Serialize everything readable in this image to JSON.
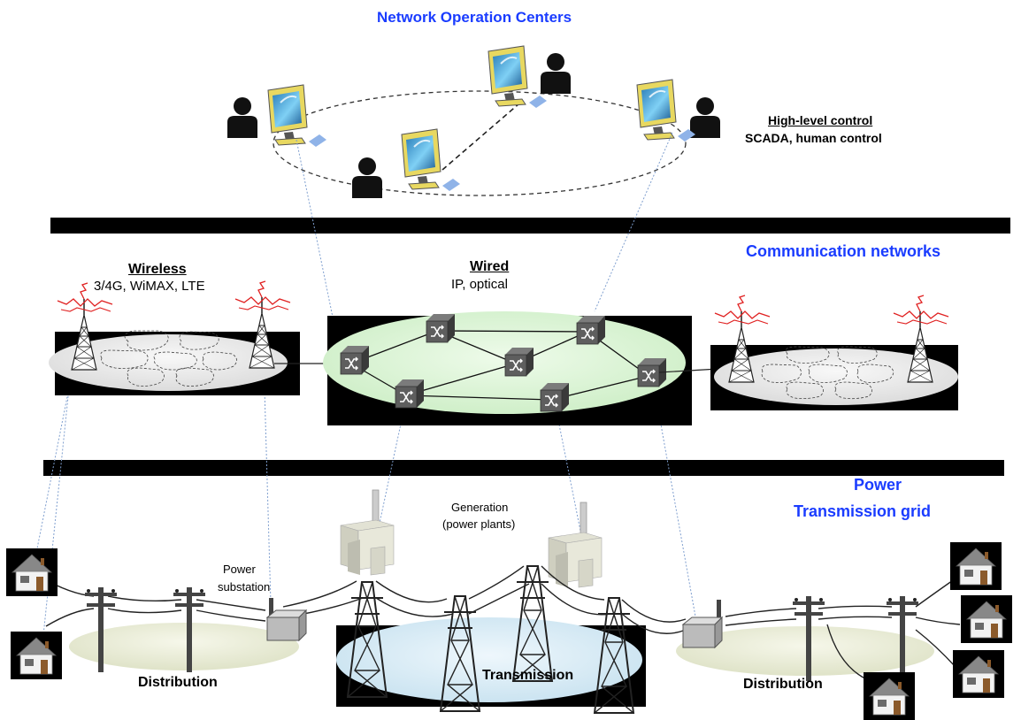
{
  "noc": {
    "title": "Network Operation Centers",
    "control_title": "High-level control",
    "control_sub": "SCADA, human control"
  },
  "comm": {
    "title": "Communication networks",
    "wireless_title": "Wireless",
    "wireless_sub": "3/4G, WiMAX, LTE",
    "wired_title": "Wired",
    "wired_sub": "IP, optical"
  },
  "power": {
    "title_line1": "Power",
    "title_line2": "Transmission grid",
    "generation_line1": "Generation",
    "generation_line2": "(power plants)",
    "substation_line1": "Power",
    "substation_line2": "substation",
    "distribution_left": "Distribution",
    "transmission": "Transmission",
    "distribution_right": "Distribution"
  },
  "colors": {
    "title_blue": "#1a3cff",
    "wired_cloud": "#dff5dc",
    "transmission_cloud": "#dcecf5",
    "link_dotted": "#7f9fcf",
    "antenna_red": "#e02020"
  }
}
